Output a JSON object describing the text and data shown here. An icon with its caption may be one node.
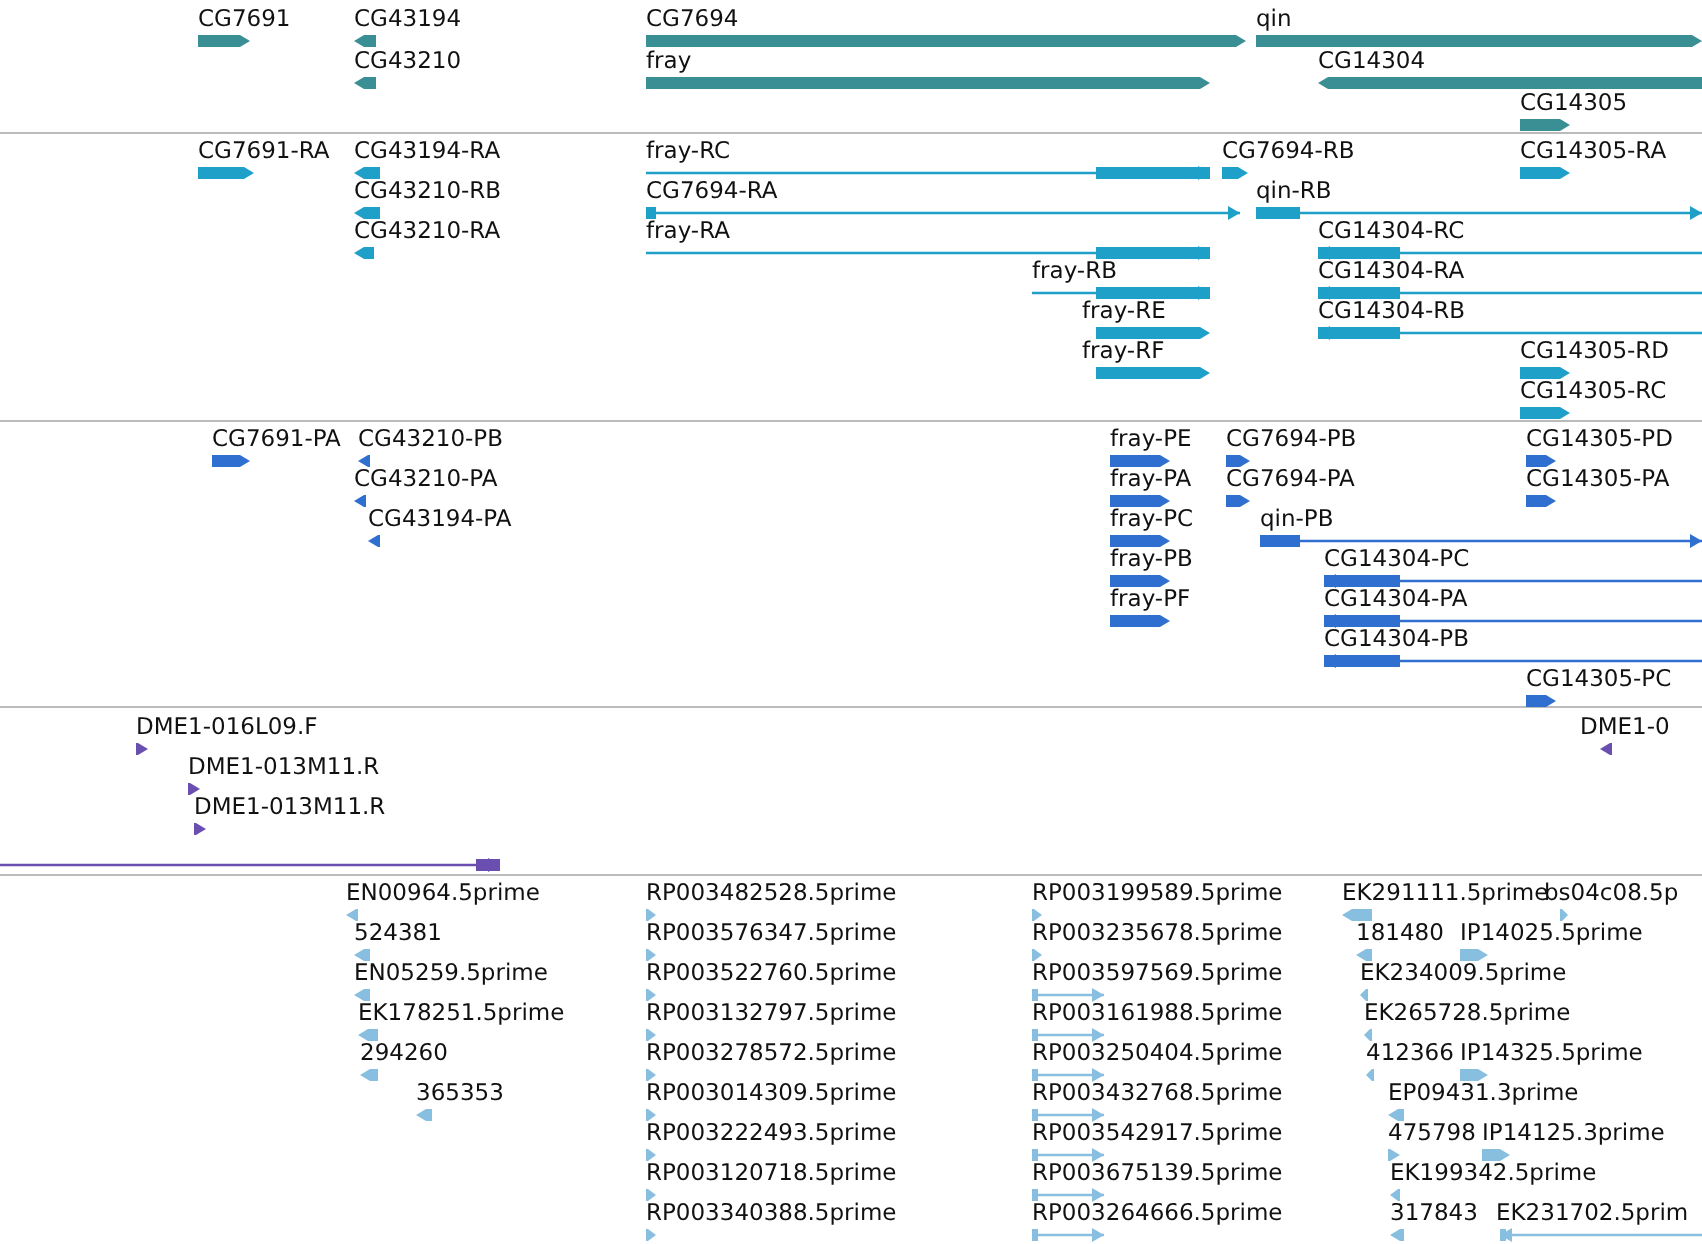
{
  "diagram": {
    "nodes": [
      {
        "text": [
          "CG7691"
        ]
      },
      {
        "text": [
          "CG43194"
        ]
      },
      {
        "text": [
          "CG43210"
        ]
      },
      {
        "text": [
          "CG7694"
        ]
      },
      {
        "text": [
          "qin"
        ]
      },
      {
        "text": [
          "fray"
        ]
      },
      {
        "text": [
          "CG14304"
        ]
      },
      {
        "text": [
          "CG14305"
        ]
      },
      {
        "text": [
          "CG7691-RA"
        ]
      },
      {
        "text": [
          "CG43194-RA"
        ]
      },
      {
        "text": [
          "CG43210-RB"
        ]
      },
      {
        "text": [
          "CG43210-RA"
        ]
      },
      {
        "text": [
          "fray-RC"
        ]
      },
      {
        "text": [
          "CG7694-RA"
        ]
      },
      {
        "text": [
          "fray-RA"
        ]
      },
      {
        "text": [
          "fray-RB"
        ]
      },
      {
        "text": [
          "fray-RE"
        ]
      },
      {
        "text": [
          "fray-RF"
        ]
      },
      {
        "text": [
          "CG7694-RB"
        ]
      },
      {
        "text": [
          "qin-RB"
        ]
      },
      {
        "text": [
          "CG14304-RC"
        ]
      },
      {
        "text": [
          "CG14304-RA"
        ]
      },
      {
        "text": [
          "CG14304-RB"
        ]
      },
      {
        "text": [
          "CG14305-RA"
        ]
      },
      {
        "text": [
          "CG14305-RD"
        ]
      },
      {
        "text": [
          "CG14305-RC"
        ]
      },
      {
        "text": [
          "CG7691-PA"
        ]
      },
      {
        "text": [
          "CG43210-PB"
        ]
      },
      {
        "text": [
          "CG43210-PA"
        ]
      },
      {
        "text": [
          "CG43194-PA"
        ]
      },
      {
        "text": [
          "fray-PE"
        ]
      },
      {
        "text": [
          "fray-PA"
        ]
      },
      {
        "text": [
          "fray-PC"
        ]
      },
      {
        "text": [
          "fray-PB"
        ]
      },
      {
        "text": [
          "fray-PF"
        ]
      },
      {
        "text": [
          "CG7694-PB"
        ]
      },
      {
        "text": [
          "CG7694-PA"
        ]
      },
      {
        "text": [
          "qin-PB"
        ]
      },
      {
        "text": [
          "CG14304-PC"
        ]
      },
      {
        "text": [
          "CG14304-PA"
        ]
      },
      {
        "text": [
          "CG14304-PB"
        ]
      },
      {
        "text": [
          "CG14305-PD"
        ]
      },
      {
        "text": [
          "CG14305-PA"
        ]
      },
      {
        "text": [
          "CG14305-PC"
        ]
      },
      {
        "text": [
          "DME1-016L09.F"
        ]
      },
      {
        "text": [
          "DME1-013M11.R"
        ]
      },
      {
        "text": [
          "DME1-013M11.R"
        ]
      },
      {
        "text": [
          "DME1-0"
        ]
      },
      {
        "text": [],
        "shape": "bar"
      },
      {
        "text": [
          "EN00964.5prime"
        ]
      },
      {
        "text": [
          "524381"
        ]
      },
      {
        "text": [
          "EN05259.5prime"
        ]
      },
      {
        "text": [
          "EK178251.5prime"
        ]
      },
      {
        "text": [
          "294260"
        ]
      },
      {
        "text": [
          "365353"
        ]
      },
      {
        "text": [
          "RP003482528.5prime"
        ]
      },
      {
        "text": [
          "RP003576347.5prime"
        ]
      },
      {
        "text": [
          "RP003522760.5prime"
        ]
      },
      {
        "text": [
          "RP003132797.5prime"
        ]
      },
      {
        "text": [
          "RP003278572.5prime"
        ]
      },
      {
        "text": [
          "RP003014309.5prime"
        ]
      },
      {
        "text": [
          "RP003222493.5prime"
        ]
      },
      {
        "text": [
          "RP003120718.5prime"
        ]
      },
      {
        "text": [
          "RP003340388.5prime"
        ]
      },
      {
        "text": [
          "RP003199589.5prime"
        ]
      },
      {
        "text": [
          "RP003235678.5prime"
        ]
      },
      {
        "text": [
          "RP003597569.5prime"
        ]
      },
      {
        "text": [
          "RP003161988.5prime"
        ]
      },
      {
        "text": [
          "RP003250404.5prime"
        ]
      },
      {
        "text": [
          "RP003432768.5prime"
        ]
      },
      {
        "text": [
          "RP003542917.5prime"
        ]
      },
      {
        "text": [
          "RP003675139.5prime"
        ]
      },
      {
        "text": [
          "RP003264666.5prime"
        ]
      },
      {
        "text": [
          "EK291111.5prime"
        ]
      },
      {
        "text": [
          "bs04c08.5p"
        ]
      },
      {
        "text": [
          "181480"
        ]
      },
      {
        "text": [
          "IP14025.5prime"
        ]
      },
      {
        "text": [
          "EK234009.5prime"
        ]
      },
      {
        "text": [
          "EK265728.5prime"
        ]
      },
      {
        "text": [
          "412366"
        ]
      },
      {
        "text": [
          "IP14325.5prime"
        ]
      },
      {
        "text": [
          "EP09431.3prime"
        ]
      },
      {
        "text": [
          "475798"
        ]
      },
      {
        "text": [
          "IP14125.3prime"
        ]
      },
      {
        "text": [
          "EK199342.5prime"
        ]
      },
      {
        "text": [
          "317843"
        ]
      },
      {
        "text": [
          "EK231702.5prim"
        ]
      }
    ]
  }
}
